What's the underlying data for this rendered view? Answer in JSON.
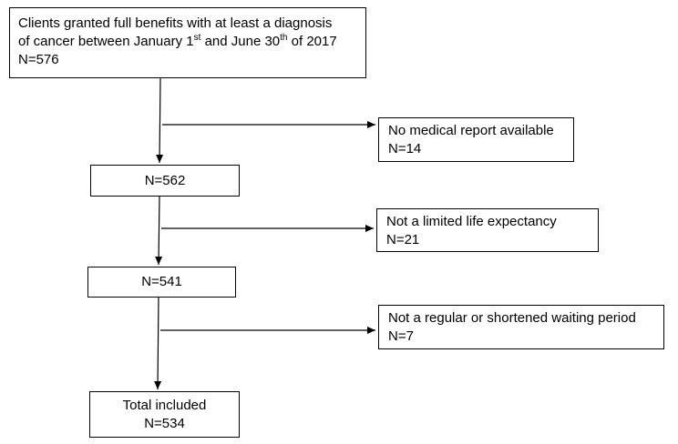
{
  "flowchart": {
    "start": {
      "line1": "Clients granted full benefits with at least a diagnosis",
      "line2_a": "of cancer between January 1",
      "line2_sup1": "st",
      "line2_b": " and June 30",
      "line2_sup2": "th",
      "line2_c": " of 2017",
      "line3": "N=576"
    },
    "exclusion1": {
      "label": "No medical report available",
      "count": "N=14"
    },
    "step1": {
      "count": "N=562"
    },
    "exclusion2": {
      "label": "Not a limited life expectancy",
      "count": "N=21"
    },
    "step2": {
      "count": "N=541"
    },
    "exclusion3": {
      "label": "Not a regular or shortened waiting period",
      "count": "N=7"
    },
    "final": {
      "label": "Total included",
      "count": "N=534"
    }
  }
}
